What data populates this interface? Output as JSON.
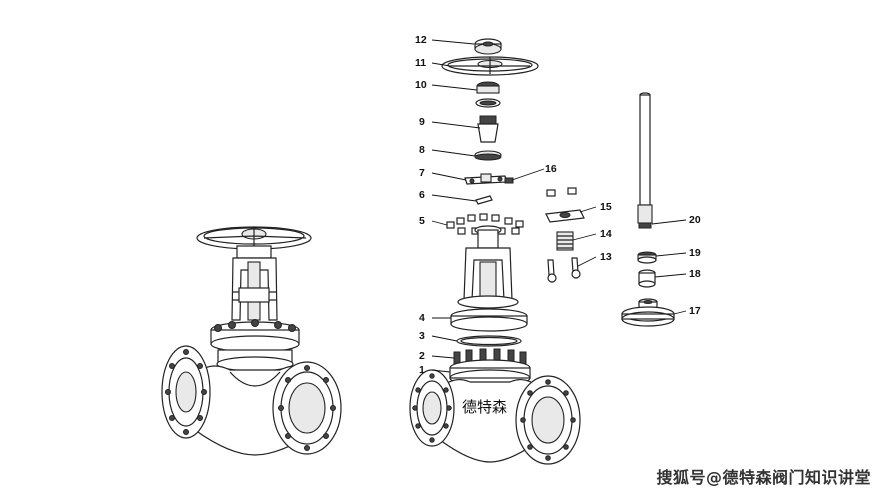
{
  "brand_text": "德特森",
  "watermark": "搜狐号@德特森阀门知识讲堂",
  "callouts": [
    {
      "id": "c12",
      "label": "12"
    },
    {
      "id": "c11",
      "label": "11"
    },
    {
      "id": "c10",
      "label": "10"
    },
    {
      "id": "c9",
      "label": "9"
    },
    {
      "id": "c8",
      "label": "8"
    },
    {
      "id": "c7",
      "label": "7"
    },
    {
      "id": "c16",
      "label": "16"
    },
    {
      "id": "c6",
      "label": "6"
    },
    {
      "id": "c5",
      "label": "5"
    },
    {
      "id": "c15",
      "label": "15"
    },
    {
      "id": "c14",
      "label": "14"
    },
    {
      "id": "c13",
      "label": "13"
    },
    {
      "id": "c4",
      "label": "4"
    },
    {
      "id": "c3",
      "label": "3"
    },
    {
      "id": "c2",
      "label": "2"
    },
    {
      "id": "c1",
      "label": "1"
    },
    {
      "id": "c20",
      "label": "20"
    },
    {
      "id": "c19",
      "label": "19"
    },
    {
      "id": "c18",
      "label": "18"
    },
    {
      "id": "c17",
      "label": "17"
    }
  ]
}
